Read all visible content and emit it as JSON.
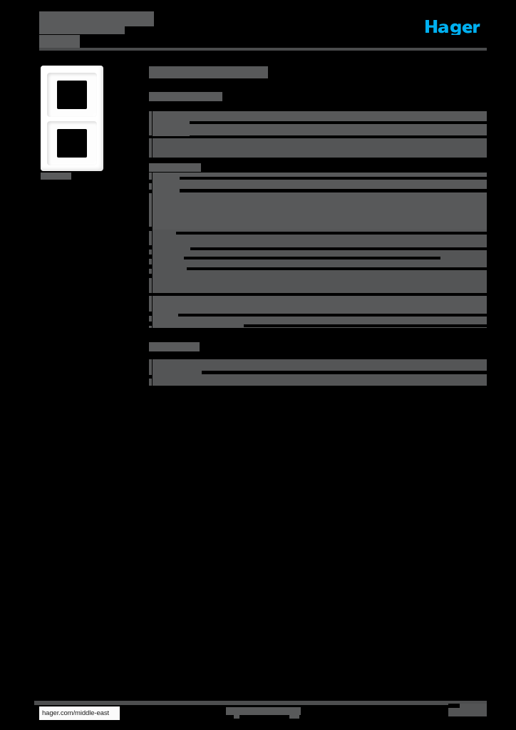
{
  "document": {
    "type": "product-datasheet",
    "brand": "hager",
    "brand_color": "#00b0f0",
    "page_background": "#000000",
    "redaction_color": "#58595a"
  },
  "header": {
    "title": "",
    "title_line2": "",
    "subtitle": "",
    "rule": true
  },
  "logo": {
    "name": "hager",
    "wordmark": "hager",
    "color": "#00b0f0"
  },
  "product": {
    "image_alt": "double vertical cover frame, white",
    "caption": "",
    "frame_color": "#ffffff"
  },
  "main": {
    "page_title": "",
    "sections": [
      {
        "heading": "",
        "rows": [
          {
            "label": "",
            "value": ""
          },
          {
            "label": "",
            "value": ""
          }
        ]
      },
      {
        "heading": "",
        "rows": [
          {
            "label": "",
            "value": ""
          },
          {
            "label": "",
            "value": ""
          },
          {
            "label": "",
            "value": ""
          },
          {
            "label": "",
            "value": ""
          },
          {
            "label": "",
            "value": ""
          },
          {
            "label": "",
            "value": ""
          },
          {
            "label": "",
            "value": ""
          },
          {
            "label": "",
            "value": ""
          }
        ]
      },
      {
        "heading": "",
        "rows": [
          {
            "label": "",
            "value": ""
          },
          {
            "label": "",
            "value": ""
          }
        ]
      }
    ]
  },
  "footer": {
    "url": "hager.com/middle-east",
    "center_note": "",
    "page_number": ""
  }
}
